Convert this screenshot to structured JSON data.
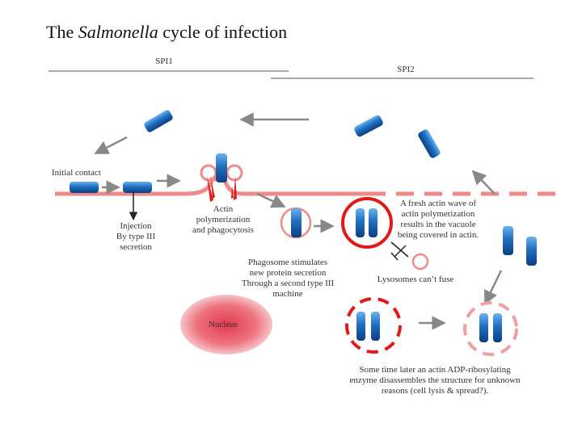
{
  "title": {
    "prefix": "The ",
    "italic": "Salmonella",
    "suffix": " cycle of infection"
  },
  "labels": {
    "spi1": "SPI1",
    "spi2": "SPI2",
    "initial_contact": "Initial contact",
    "injection": "Injection\nBy type III\nsecretion",
    "actin_polymerization": "Actin\npolymerization\nand phagocytosis",
    "phagosome": "Phagosome stimulates\nnew protein secretion\nThrough a second type III\nmachine",
    "fresh_actin": "A fresh actin wave of\nactin polymerization\nresults in the vacuole\nbeing covered in actin.",
    "lysosomes": "Lysosomes can’t fuse",
    "nucleus": "Nucleus",
    "adp": "Some time later an actin ADP-ribosylating\nenzyme disassembles the structure for unknown\nreasons (cell lysis & spread?)."
  },
  "colors": {
    "bacterium": "#1f6fc0",
    "bacterium_light": "#5fa8e8",
    "membrane": "#f08a8a",
    "membrane_dark": "#e04848",
    "actin_red": "#e01818",
    "nucleus_center": "#e85060",
    "nucleus_edge": "#f4b8bc",
    "rule": "#555555",
    "arrow": "#888888"
  }
}
